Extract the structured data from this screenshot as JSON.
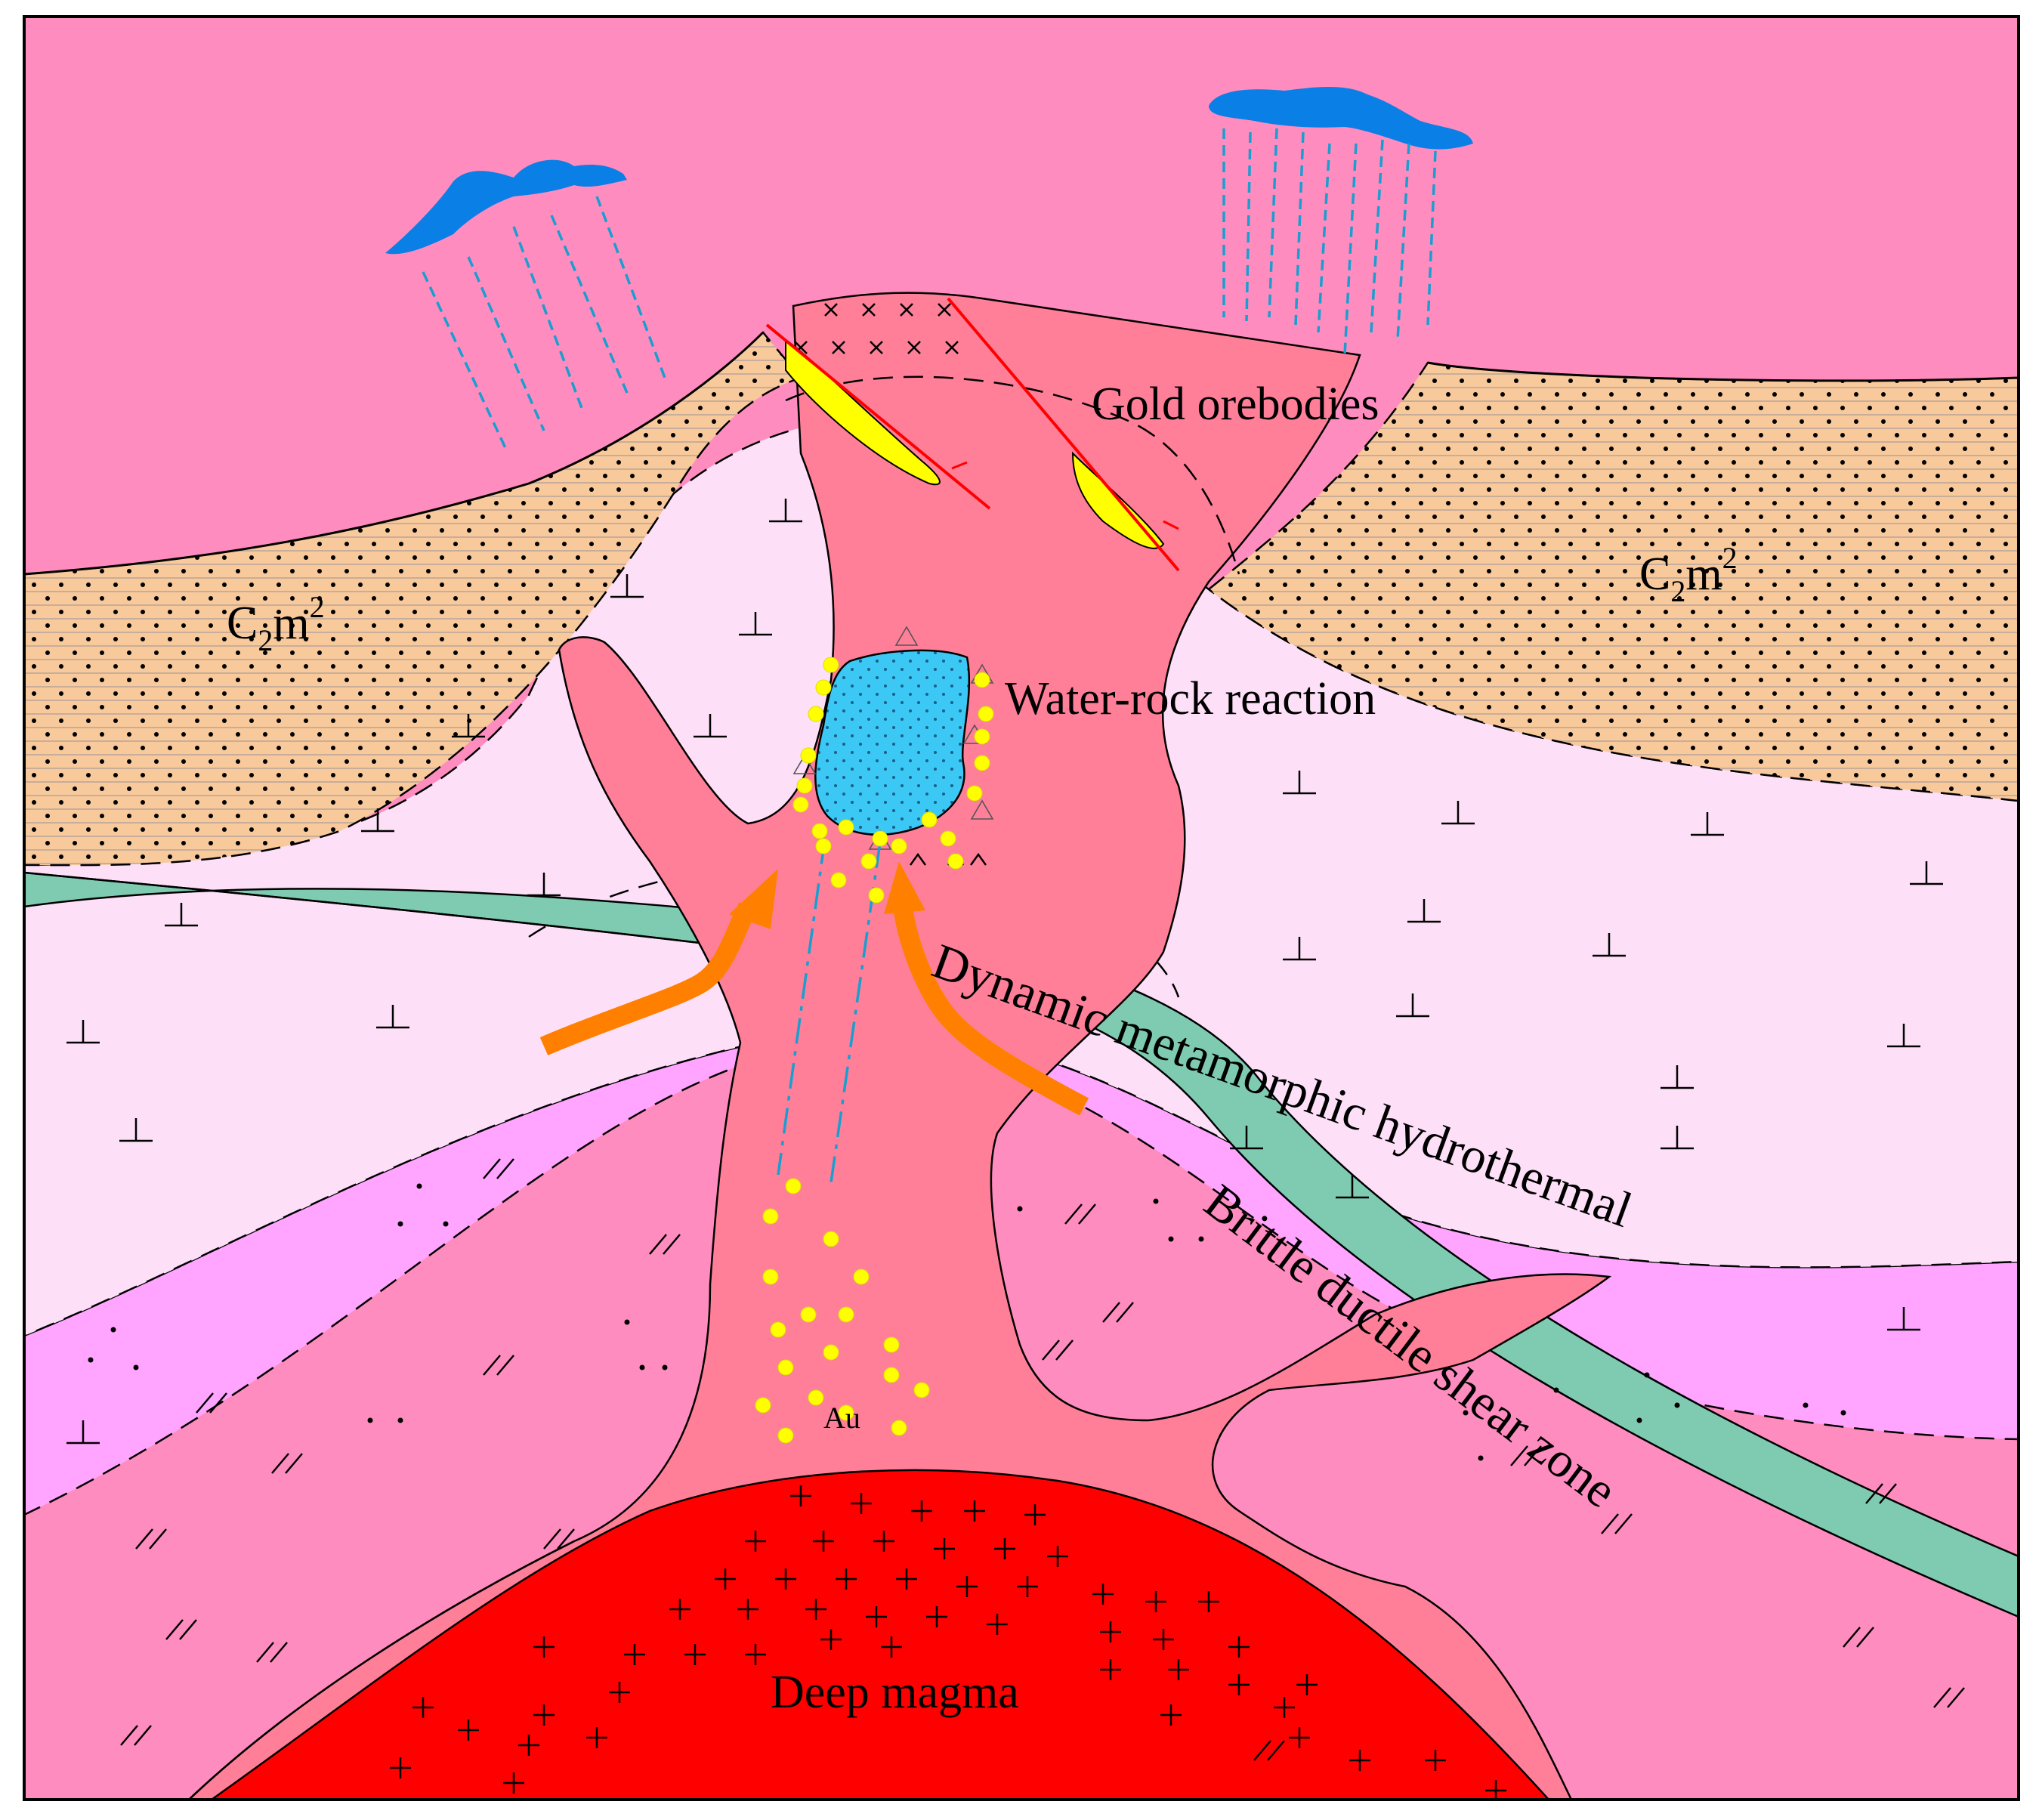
{
  "labels": {
    "gold_orebodies": "Gold orebodies",
    "water_rock": "Water-rock reaction",
    "dynamic": "Dynamic metamorphic hydrothermal",
    "shear_zone": "Brittle ductile shear zone",
    "au": "Au",
    "deep_magma": "Deep magma",
    "strata_left": {
      "base": "C",
      "sub": "2",
      "mid": "m",
      "sup": "2"
    },
    "strata_right": {
      "base": "C",
      "sub": "2",
      "mid": "m",
      "sup": "2"
    }
  },
  "colors": {
    "sandstone": "#f8c99b",
    "pale_pink": "#fde0f8",
    "violet": "#ffa5ff",
    "pink": "#ff8cbf",
    "intrusion": "#ff7f99",
    "magma": "#ff0000",
    "shear": "#7fcbb2",
    "cloud": "#0a7fe6",
    "rain": "#1a9ed0",
    "water_body": "#3cc8f5",
    "ore": "#ffff00",
    "arrow": "#ff8000"
  },
  "icons": [
    "cloud-icon",
    "rain-icon",
    "gold-dot-icon",
    "flow-arrow-icon"
  ]
}
